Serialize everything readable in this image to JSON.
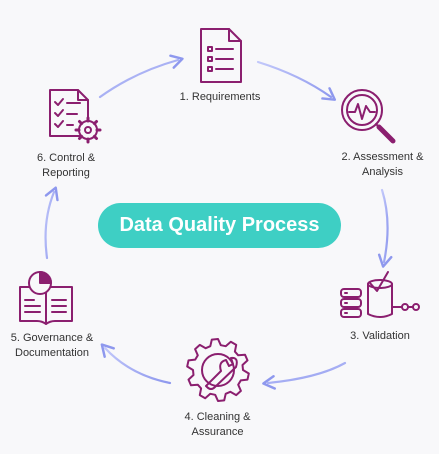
{
  "title": "Data Quality Process",
  "steps": [
    {
      "icon": "document-list-icon",
      "lines": [
        "1. Requirements"
      ]
    },
    {
      "icon": "magnifier-chart-icon",
      "lines": [
        "2. Assessment &",
        "Analysis"
      ]
    },
    {
      "icon": "database-check-icon",
      "lines": [
        "3. Validation"
      ]
    },
    {
      "icon": "gear-wrench-icon",
      "lines": [
        "4. Cleaning &",
        "Assurance"
      ]
    },
    {
      "icon": "book-chart-icon",
      "lines": [
        "5. Governance &",
        "Documentation"
      ]
    },
    {
      "icon": "checklist-gear-icon",
      "lines": [
        "6. Control &",
        "Reporting"
      ]
    }
  ],
  "colors": {
    "icon": "#8b1f6f",
    "accent": "#3ecfc4",
    "arrow_start": "#9ea6f2",
    "arrow_end": "#c7cdfa"
  }
}
